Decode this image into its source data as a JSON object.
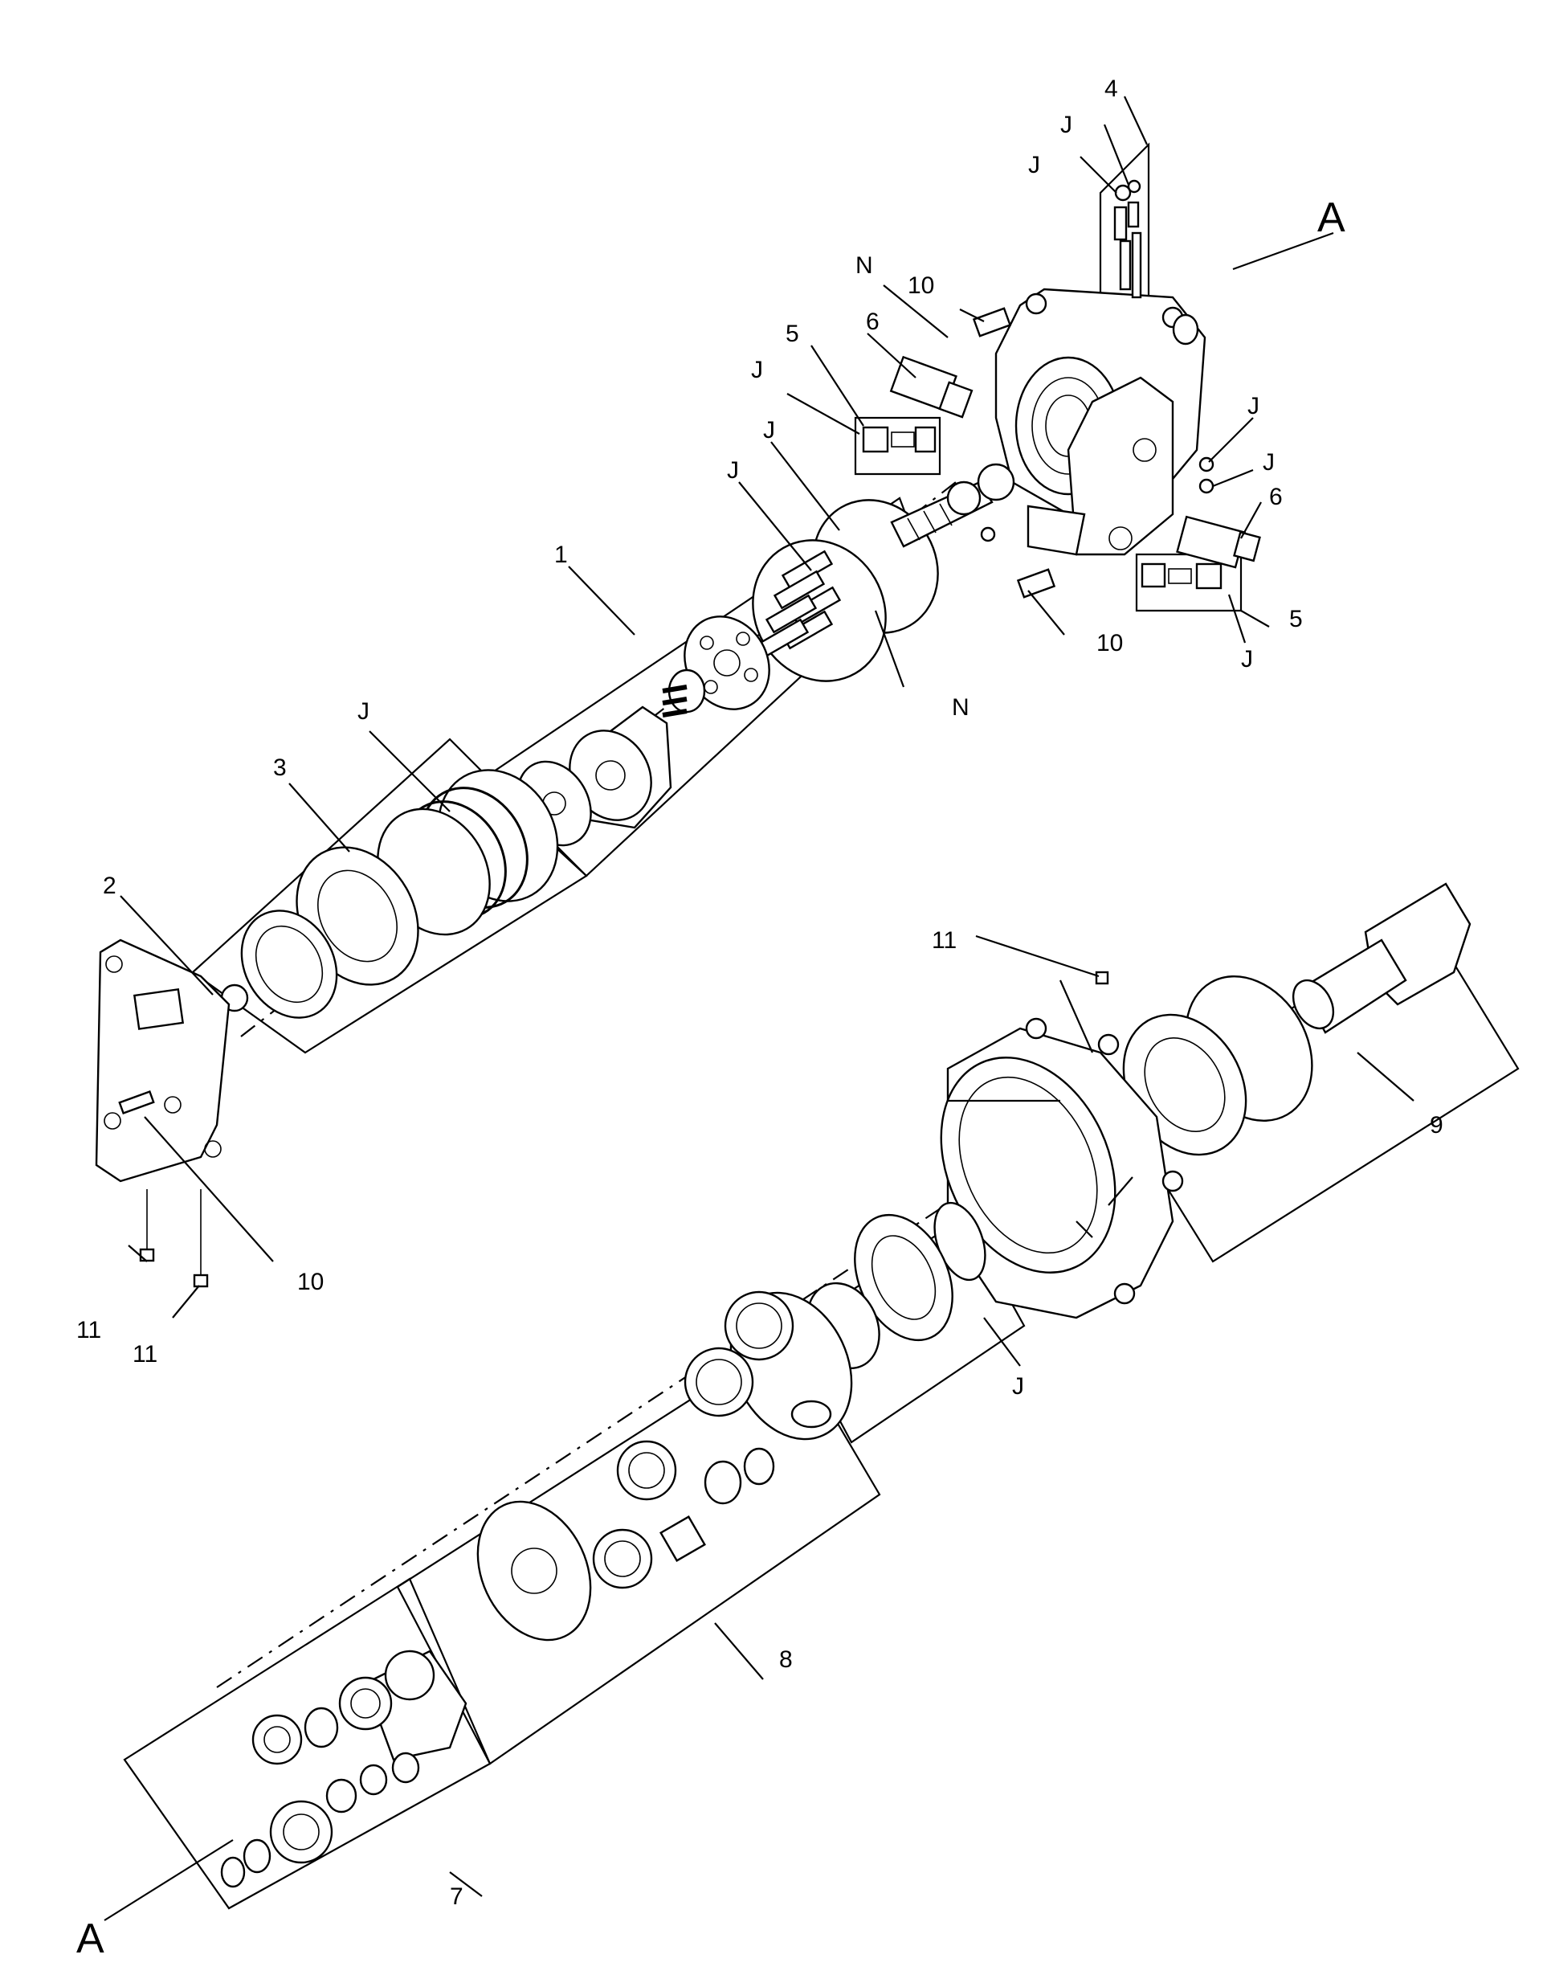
{
  "diagram": {
    "labels": {
      "l1": "1",
      "l2": "2",
      "l3": "3",
      "l4": "4",
      "l5a": "5",
      "l5b": "5",
      "l6a": "6",
      "l6b": "6",
      "l7": "7",
      "l8": "8",
      "l9": "9",
      "l10a": "10",
      "l10b": "10",
      "l10c": "10",
      "l11a": "11",
      "l11b": "11",
      "l11c": "11",
      "lJ1": "J",
      "lJ2": "J",
      "lJ3": "J",
      "lJ4": "J",
      "lJ5": "J",
      "lJ6": "J",
      "lJ7": "J",
      "lJ8": "J",
      "lJ9": "J",
      "lJ10": "J",
      "lN1": "N",
      "lN2": "N",
      "lA1": "A",
      "lA2": "A"
    }
  }
}
